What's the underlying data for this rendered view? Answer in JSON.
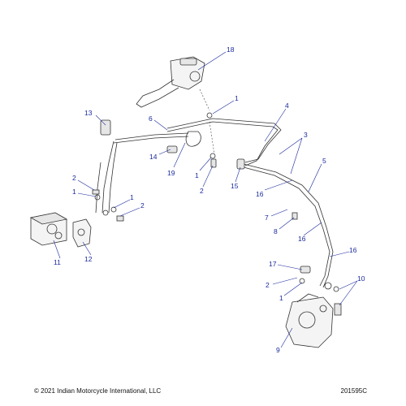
{
  "callouts": {
    "c1a": "1",
    "c1b": "1",
    "c1c": "1",
    "c1d": "1",
    "c1e": "1",
    "c2a": "2",
    "c2b": "2",
    "c2c": "2",
    "c2d": "2",
    "c3": "3",
    "c4": "4",
    "c5": "5",
    "c6": "6",
    "c7": "7",
    "c8": "8",
    "c9": "9",
    "c10": "10",
    "c11": "11",
    "c12": "12",
    "c13": "13",
    "c14": "14",
    "c15": "15",
    "c16a": "16",
    "c16b": "16",
    "c16c": "16",
    "c17": "17",
    "c18": "18",
    "c19": "19"
  },
  "footer": {
    "copyright": "© 2021 Indian Motorcycle International, LLC",
    "drawing_number": "201595C"
  },
  "colors": {
    "callout": "#1a2a9c",
    "line_art": "#333333"
  }
}
